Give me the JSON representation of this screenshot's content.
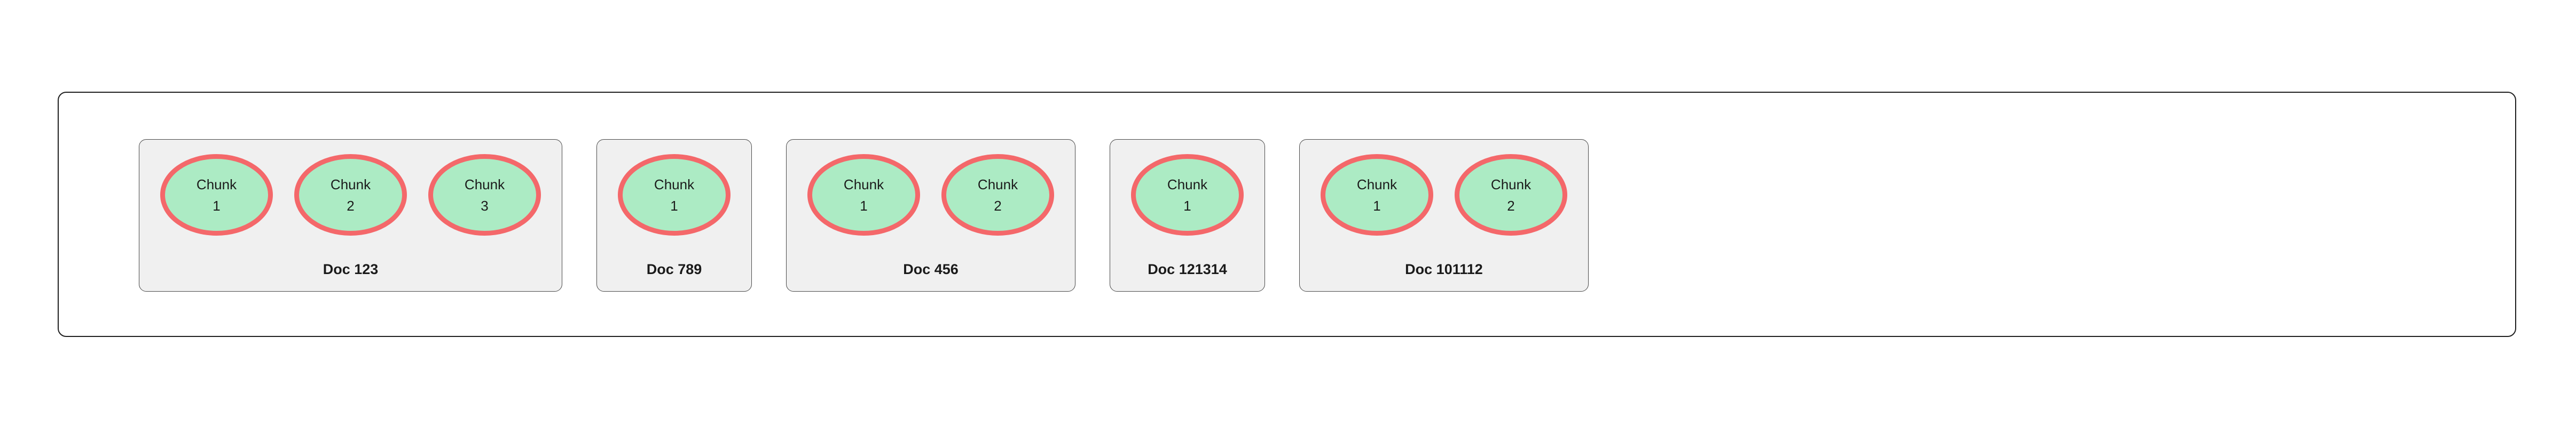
{
  "diagram": {
    "type": "document-chunk-grouping",
    "background": "#ffffff",
    "frame": {
      "border_color": "#1f1f1f",
      "fill": "#ffffff"
    },
    "style": {
      "card_fill": "#f0f0f0",
      "card_border": "#4a4a4a",
      "node_fill": "#acebc4",
      "node_stroke": "#f4686a",
      "label_color": "#1a1a1a",
      "node_text_color": "#1b1b1b"
    },
    "docs": [
      {
        "title": "Doc 123",
        "chunks": [
          {
            "line1": "Chunk",
            "line2": "1"
          },
          {
            "line1": "Chunk",
            "line2": "2"
          },
          {
            "line1": "Chunk",
            "line2": "3"
          }
        ]
      },
      {
        "title": "Doc 789",
        "chunks": [
          {
            "line1": "Chunk",
            "line2": "1"
          }
        ]
      },
      {
        "title": "Doc 456",
        "chunks": [
          {
            "line1": "Chunk",
            "line2": "1"
          },
          {
            "line1": "Chunk",
            "line2": "2"
          }
        ]
      },
      {
        "title": "Doc 121314",
        "chunks": [
          {
            "line1": "Chunk",
            "line2": "1"
          }
        ]
      },
      {
        "title": "Doc 101112",
        "chunks": [
          {
            "line1": "Chunk",
            "line2": "1"
          },
          {
            "line1": "Chunk",
            "line2": "2"
          }
        ]
      }
    ]
  }
}
